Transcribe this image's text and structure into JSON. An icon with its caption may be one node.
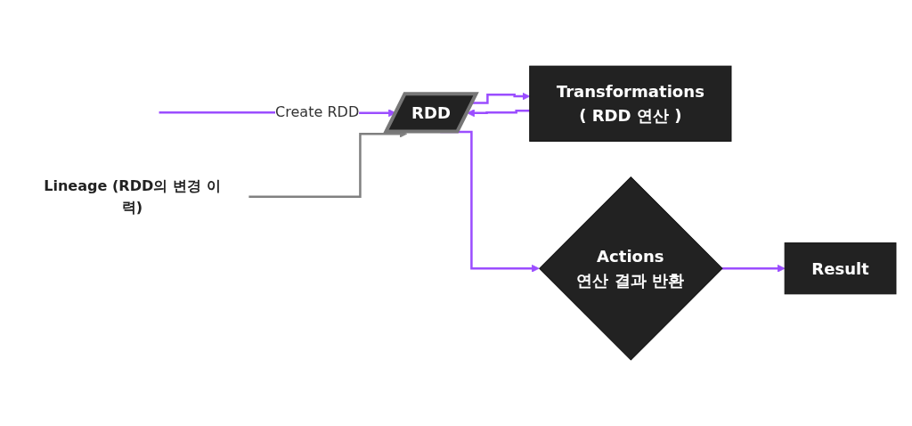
{
  "diagram": {
    "nodes": [
      {
        "text": [
          "RDD"
        ]
      },
      {
        "text": [
          "Transformations",
          "( RDD 연산 )"
        ]
      },
      {
        "text": [
          "Actions",
          "연산 결과 반환"
        ]
      },
      {
        "text": [
          "Result"
        ]
      },
      {
        "text": [
          "Lineage (RDD의 변경 이력)"
        ]
      }
    ],
    "edges": [
      {
        "from": null,
        "to": 0,
        "arrow": "to",
        "label": "Create RDD"
      },
      {
        "from": 0,
        "to": 1,
        "arrow": "to"
      },
      {
        "from": 1,
        "to": 0,
        "arrow": "to"
      },
      {
        "from": 0,
        "to": 2,
        "arrow": "to"
      },
      {
        "from": 2,
        "to": 3,
        "arrow": "to"
      },
      {
        "from": 4,
        "to": 0,
        "arrow": "to",
        "color": "#808080"
      }
    ]
  }
}
